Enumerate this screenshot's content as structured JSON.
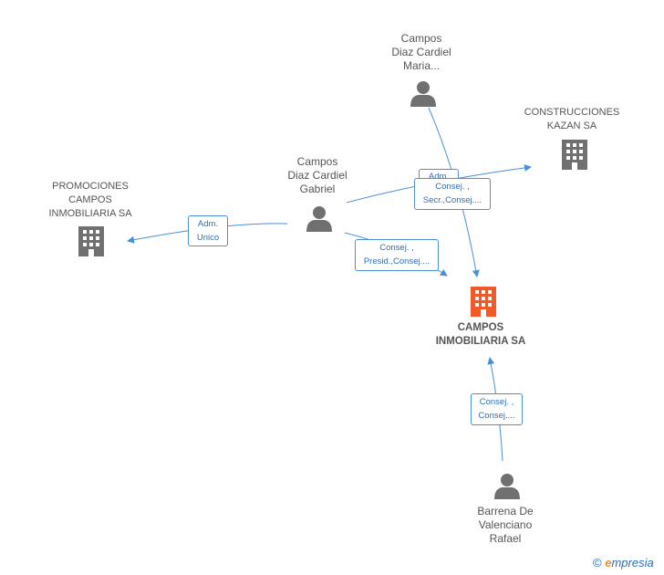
{
  "nodes": {
    "focus_company": {
      "name": "CAMPOS INMOBILIARIA SA",
      "line1": "CAMPOS",
      "line2": "INMOBILIARIA SA",
      "color": "#f05a28"
    },
    "construcciones": {
      "line1": "CONSTRUCCIONES",
      "line2": "KAZAN SA",
      "color": "#707070"
    },
    "promociones": {
      "line1": "PROMOCIONES",
      "line2": "CAMPOS",
      "line3": "INMOBILIARIA SA",
      "color": "#707070"
    },
    "person_maria": {
      "line1": "Campos",
      "line2": "Diaz Cardiel",
      "line3": "Maria...",
      "color": "#707070"
    },
    "person_gabriel": {
      "line1": "Campos",
      "line2": "Diaz Cardiel",
      "line3": "Gabriel",
      "color": "#707070"
    },
    "person_rafael": {
      "line1": "Barrena De",
      "line2": "Valenciano",
      "line3": "Rafael",
      "color": "#707070"
    }
  },
  "edges": {
    "gabriel_promociones": {
      "line1": "Adm.",
      "line2": "Unico"
    },
    "maria_focus": {
      "line1": "Adm."
    },
    "gabriel_construcciones": {
      "line1": "Consej. ,",
      "line2": "Secr.,Consej...."
    },
    "gabriel_focus": {
      "line1": "Consej. ,",
      "line2": "Presid.,Consej...."
    },
    "rafael_focus": {
      "line1": "Consej. ,",
      "line2": "Consej...."
    }
  },
  "colors": {
    "edge": "#4a90d9"
  },
  "brand": {
    "copyright": "©",
    "initial": "e",
    "rest": "mpresia"
  }
}
